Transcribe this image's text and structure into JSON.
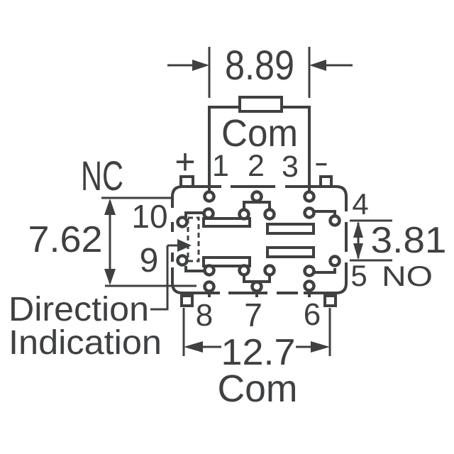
{
  "drawing": {
    "description": "Relay bottom-view pinout and dimension drawing",
    "dimensions": {
      "top_width": "8.89",
      "left_pitch": "7.62",
      "right_pitch": "3.81",
      "bottom_width": "12.7"
    },
    "terminals": {
      "com_top": "Com",
      "com_bottom": "Com",
      "nc": "NC",
      "no": "NO",
      "coil_plus": "+",
      "coil_minus": "−"
    },
    "note": {
      "direction_line1": "Direction",
      "direction_line2": "Indication"
    },
    "pins": {
      "p1": "1",
      "p2": "2",
      "p3": "3",
      "p4": "4",
      "p5": "5",
      "p6": "6",
      "p7": "7",
      "p8": "8",
      "p9": "9",
      "p10": "10"
    }
  },
  "colors": {
    "ink": "#3e4042",
    "background": "#ffffff"
  }
}
